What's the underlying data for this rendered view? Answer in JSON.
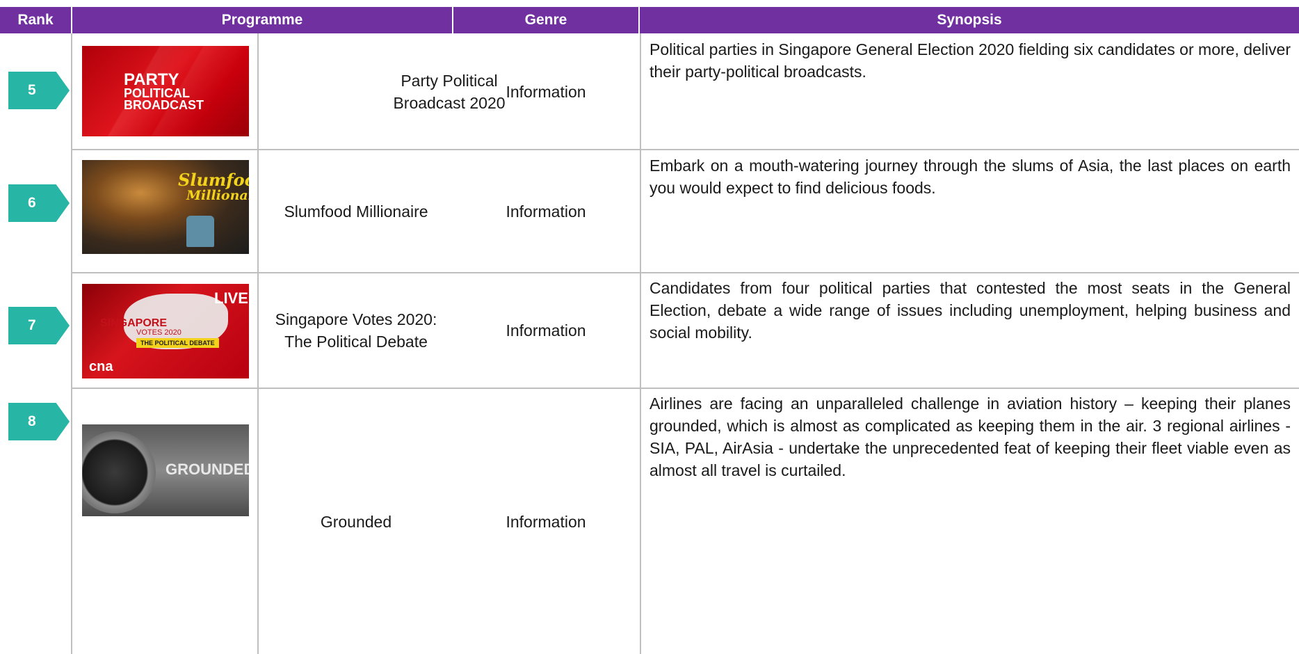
{
  "table": {
    "headers": {
      "rank": "Rank",
      "programme": "Programme",
      "genre": "Genre",
      "synopsis": "Synopsis"
    },
    "rows": [
      {
        "rank": "5",
        "programme": "Party Political Broadcast 2020",
        "genre": "Information",
        "synopsis": "Political parties in Singapore General Election 2020 fielding six candidates or more, deliver their party-political broadcasts.",
        "thumbnail_text": [
          "PARTY",
          "POLITICAL",
          "BROADCAST"
        ]
      },
      {
        "rank": "6",
        "programme": "Slumfood Millionaire",
        "genre": "Information",
        "synopsis": "Embark on a mouth-watering journey through the slums of Asia, the last places on earth you would expect to find delicious foods.",
        "thumbnail_text": [
          "Slumfood",
          "Millionaire"
        ]
      },
      {
        "rank": "7",
        "programme": "Singapore Votes 2020: The Political Debate",
        "genre": "Information",
        "synopsis": "Candidates from four political parties that contested the most seats in the General Election, debate a wide range of issues including unemployment, helping business and social mobility.",
        "thumbnail_text": [
          "LIVE",
          "SINGAPORE",
          "VOTES 2020",
          "THE POLITICAL DEBATE",
          "cna"
        ]
      },
      {
        "rank": "8",
        "programme": "Grounded",
        "genre": "Information",
        "synopsis": "Airlines are facing an unparalleled challenge in aviation history – keeping their planes grounded, which is almost as complicated as keeping them in the air. 3 regional airlines - SIA, PAL, AirAsia - undertake the unprecedented feat of keeping their fleet viable even as almost all travel is curtailed.",
        "thumbnail_text": [
          "GROUNDED"
        ]
      }
    ]
  },
  "colors": {
    "header_bg": "#7030a0",
    "rank_badge": "#27b5a5",
    "grid_line": "#bfbfbf"
  }
}
